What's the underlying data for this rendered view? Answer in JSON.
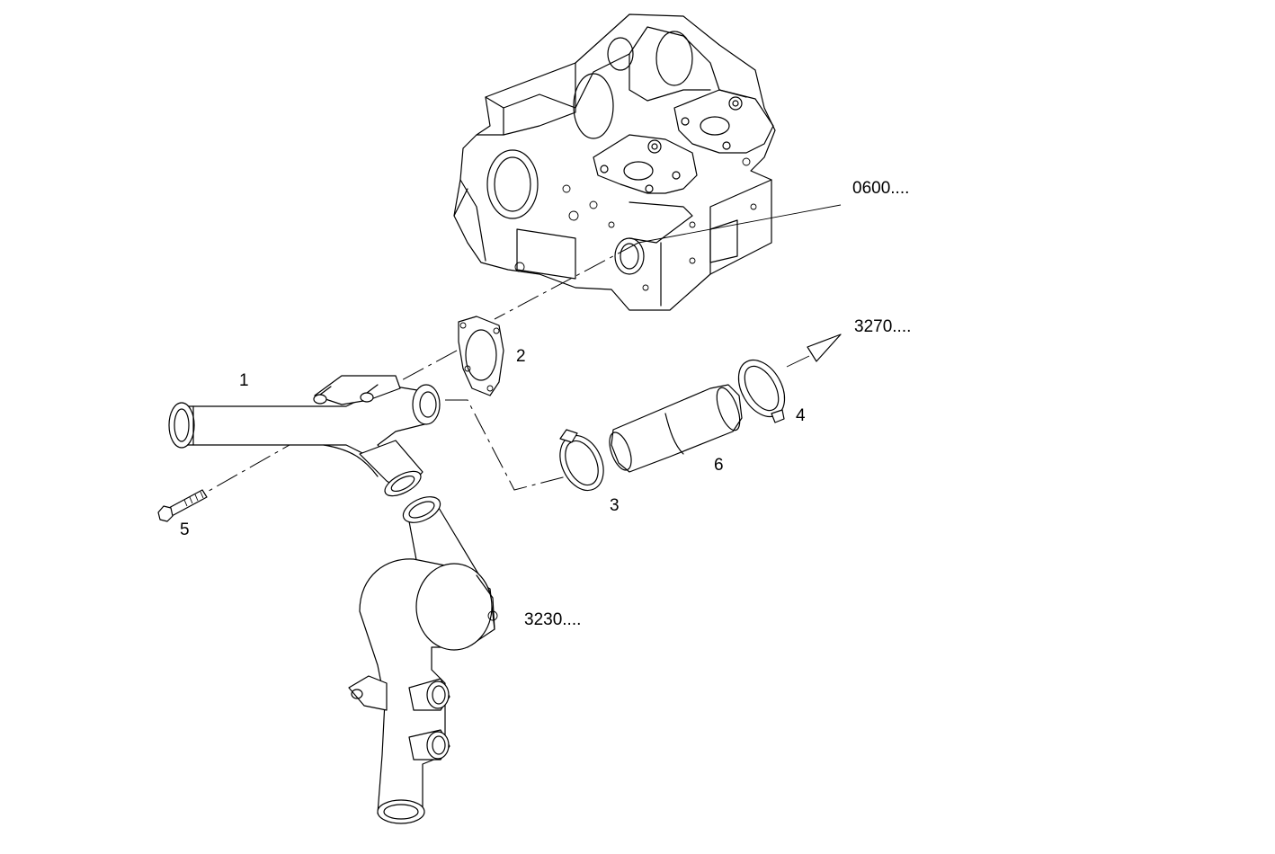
{
  "diagram": {
    "callouts": {
      "part_1": "1",
      "part_2": "2",
      "part_3": "3",
      "part_4": "4",
      "part_5": "5",
      "part_6": "6"
    },
    "references": {
      "engine_block": "0600....",
      "outlet_hose": "3270....",
      "water_pump": "3230...."
    }
  }
}
